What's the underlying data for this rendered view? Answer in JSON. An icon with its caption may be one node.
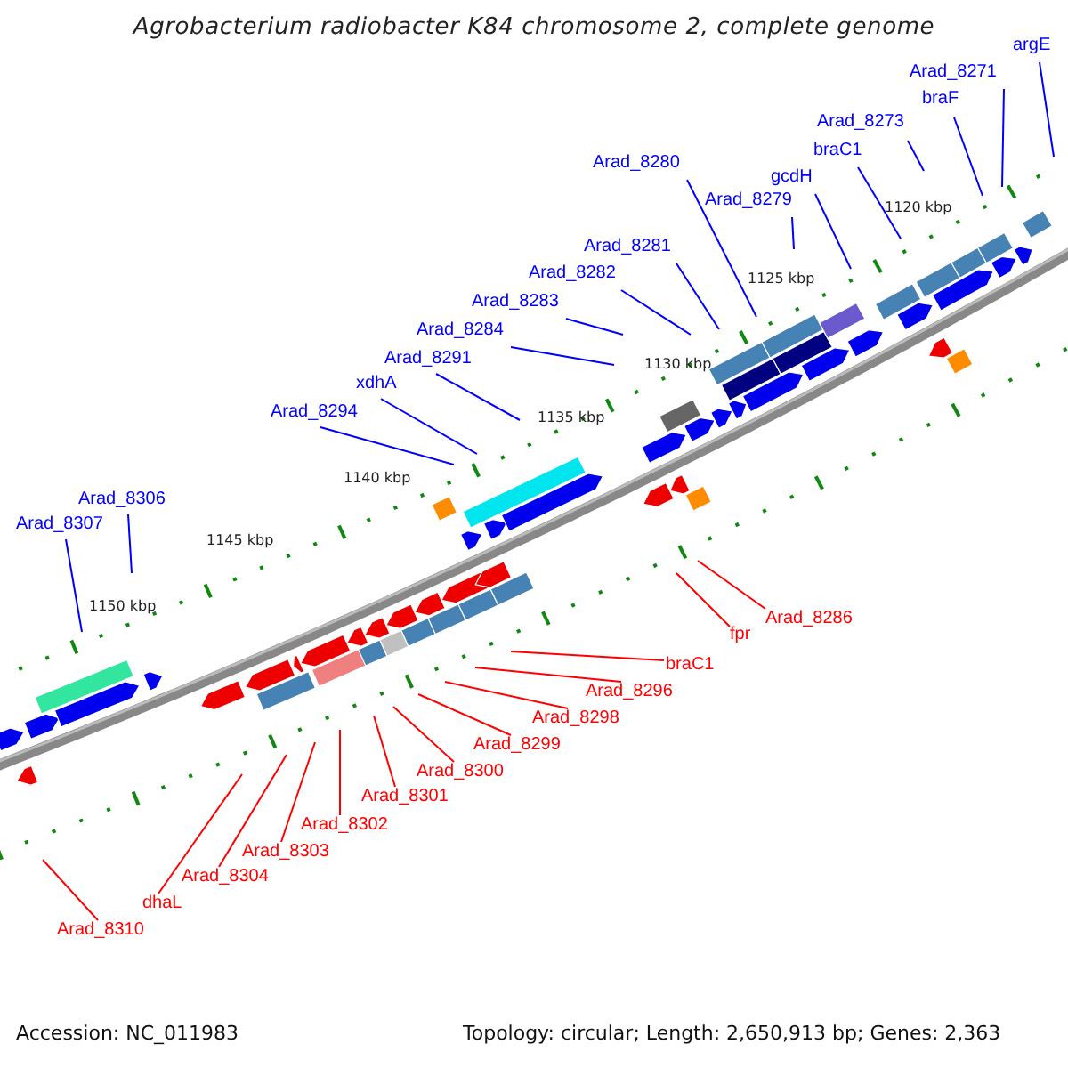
{
  "diagram": {
    "title": "Agrobacterium radiobacter K84 chromosome 2, complete genome",
    "nodes": [
      {
        "text": [
          "argE"
        ]
      },
      {
        "text": [
          "Arad_8271"
        ]
      },
      {
        "text": [
          "braF"
        ]
      },
      {
        "text": [
          "Arad_8273"
        ]
      },
      {
        "text": [
          "braC1"
        ]
      },
      {
        "text": [
          "gcdH"
        ]
      },
      {
        "text": [
          "Arad_8280"
        ]
      },
      {
        "text": [
          "Arad_8279"
        ]
      },
      {
        "text": [
          "Arad_8281"
        ]
      },
      {
        "text": [
          "Arad_8282"
        ]
      },
      {
        "text": [
          "Arad_8283"
        ]
      },
      {
        "text": [
          "Arad_8284"
        ]
      },
      {
        "text": [
          "Arad_8291"
        ]
      },
      {
        "text": [
          "xdhA"
        ]
      },
      {
        "text": [
          "Arad_8294"
        ]
      },
      {
        "text": [
          "Arad_8306"
        ]
      },
      {
        "text": [
          "Arad_8307"
        ]
      },
      {
        "text": [
          "Arad_8286"
        ]
      },
      {
        "text": [
          "fpr"
        ]
      },
      {
        "text": [
          "braC1"
        ]
      },
      {
        "text": [
          "Arad_8296"
        ]
      },
      {
        "text": [
          "Arad_8298"
        ]
      },
      {
        "text": [
          "Arad_8299"
        ]
      },
      {
        "text": [
          "Arad_8300"
        ]
      },
      {
        "text": [
          "Arad_8301"
        ]
      },
      {
        "text": [
          "Arad_8302"
        ]
      },
      {
        "text": [
          "Arad_8303"
        ]
      },
      {
        "text": [
          "Arad_8304"
        ]
      },
      {
        "text": [
          "dhaL"
        ]
      },
      {
        "text": [
          "Arad_8310"
        ]
      }
    ],
    "edges": [
      {
        "from": 0,
        "to": null,
        "arrow": "none"
      },
      {
        "from": 1,
        "to": null,
        "arrow": "none"
      },
      {
        "from": 2,
        "to": null,
        "arrow": "none"
      },
      {
        "from": 3,
        "to": null,
        "arrow": "none"
      },
      {
        "from": 4,
        "to": null,
        "arrow": "none"
      },
      {
        "from": 5,
        "to": null,
        "arrow": "none"
      },
      {
        "from": 6,
        "to": null,
        "arrow": "none"
      },
      {
        "from": 7,
        "to": null,
        "arrow": "none"
      },
      {
        "from": 8,
        "to": null,
        "arrow": "none"
      },
      {
        "from": 9,
        "to": null,
        "arrow": "none"
      },
      {
        "from": 10,
        "to": null,
        "arrow": "none"
      },
      {
        "from": 11,
        "to": null,
        "arrow": "none"
      },
      {
        "from": 12,
        "to": null,
        "arrow": "none"
      },
      {
        "from": 13,
        "to": null,
        "arrow": "none"
      },
      {
        "from": 14,
        "to": null,
        "arrow": "none"
      },
      {
        "from": 15,
        "to": null,
        "arrow": "none"
      },
      {
        "from": 16,
        "to": null,
        "arrow": "none"
      },
      {
        "from": 17,
        "to": null,
        "arrow": "none",
        "color": "#ff0000"
      },
      {
        "from": 18,
        "to": null,
        "arrow": "none",
        "color": "#ff0000"
      },
      {
        "from": 19,
        "to": null,
        "arrow": "none",
        "color": "#ff0000"
      },
      {
        "from": 20,
        "to": null,
        "arrow": "none",
        "color": "#ff0000"
      },
      {
        "from": 21,
        "to": null,
        "arrow": "none",
        "color": "#ff0000"
      },
      {
        "from": 22,
        "to": null,
        "arrow": "none",
        "color": "#ff0000"
      },
      {
        "from": 23,
        "to": null,
        "arrow": "none",
        "color": "#ff0000"
      },
      {
        "from": 24,
        "to": null,
        "arrow": "none",
        "color": "#ff0000"
      },
      {
        "from": 25,
        "to": null,
        "arrow": "none",
        "color": "#ff0000"
      },
      {
        "from": 26,
        "to": null,
        "arrow": "none",
        "color": "#ff0000"
      },
      {
        "from": 27,
        "to": null,
        "arrow": "none",
        "color": "#ff0000"
      },
      {
        "from": 28,
        "to": null,
        "arrow": "none",
        "color": "#ff0000"
      },
      {
        "from": 29,
        "to": null,
        "arrow": "none",
        "color": "#ff0000"
      }
    ],
    "labels": [
      "1120 kbp",
      "1125 kbp",
      "1130 kbp",
      "1135 kbp",
      "1140 kbp",
      "1145 kbp",
      "1150 kbp",
      "Accession: NC_011983",
      "Topology: circular; Length: 2,650,913 bp; Genes: 2,363"
    ]
  }
}
